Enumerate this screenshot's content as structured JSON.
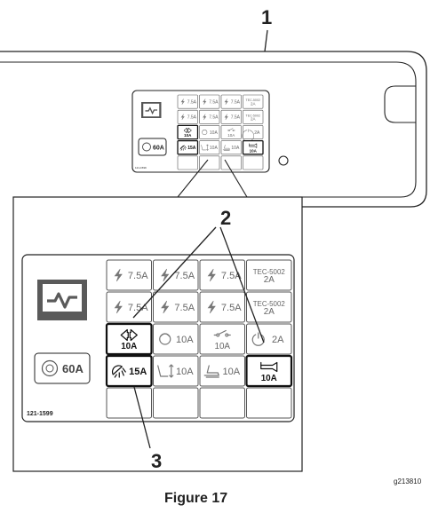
{
  "callouts": {
    "c1": "1",
    "c2": "2",
    "c3": "3"
  },
  "figure": {
    "caption": "Figure 17",
    "code": "g213810"
  },
  "decal": {
    "part_number": "121-1599",
    "main_fuse": "60A",
    "fuses": [
      {
        "icon": "bolt-icon",
        "label": "7.5A"
      },
      {
        "icon": "bolt-icon",
        "label": "7.5A"
      },
      {
        "icon": "bolt-icon",
        "label": "7.5A"
      },
      {
        "icon": "none",
        "label": "TEC-5002",
        "label2": "2A"
      },
      {
        "icon": "bolt-icon",
        "label": "7.5A"
      },
      {
        "icon": "bolt-icon",
        "label": "7.5A"
      },
      {
        "icon": "bolt-icon",
        "label": "7.5A"
      },
      {
        "icon": "none",
        "label": "TEC-5002",
        "label2": "2A"
      },
      {
        "icon": "turn-signal-icon",
        "label": "10A"
      },
      {
        "icon": "ecu-icon",
        "label": "10A"
      },
      {
        "icon": "switch-icon",
        "label": "10A"
      },
      {
        "icon": "power-icon",
        "label": "2A"
      },
      {
        "icon": "worklight-icon",
        "label": "15A"
      },
      {
        "icon": "seat-adjust-icon",
        "label": "10A"
      },
      {
        "icon": "seat-icon",
        "label": "10A"
      },
      {
        "icon": "horn-icon",
        "label": "10A"
      },
      {
        "icon": "none",
        "label": ""
      },
      {
        "icon": "none",
        "label": ""
      },
      {
        "icon": "none",
        "label": ""
      },
      {
        "icon": "none",
        "label": ""
      }
    ],
    "highlighted": [
      8,
      12,
      15
    ]
  }
}
